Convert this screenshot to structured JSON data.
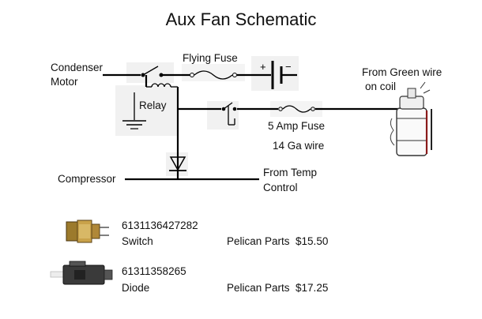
{
  "title": "Aux Fan Schematic",
  "labels": {
    "condenser_line1": "Condenser",
    "condenser_line2": "Motor",
    "flying_fuse": "Flying Fuse",
    "relay": "Relay",
    "green_line1": "From Green wire",
    "green_line2": "on coil",
    "five_amp_fuse": "5 Amp Fuse",
    "wire_gauge": "14 Ga wire",
    "compressor": "Compressor",
    "temp_line1": "From Temp",
    "temp_line2": "Control",
    "battery_plus": "+",
    "battery_minus": "−"
  },
  "parts": [
    {
      "part_number": "6131136427282",
      "name": "Switch",
      "vendor_price": "Pelican Parts  $15.50"
    },
    {
      "part_number": "61311358265",
      "name": "Diode",
      "vendor_price": "Pelican Parts  $17.25"
    }
  ]
}
